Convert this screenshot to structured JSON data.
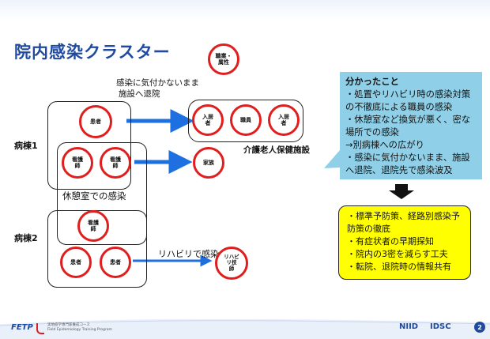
{
  "title": "院内感染クラスター",
  "category_circle": "職業・\n属性",
  "discharge_note_line1": "感染に気付かないまま",
  "discharge_note_line2": "施設へ退院",
  "ward1_label": "病棟1",
  "ward2_label": "病棟2",
  "break_room_label": "休憩室での感染",
  "rehab_note": "リハビリで感染",
  "facility_label": "介護老人保健施設",
  "nodes": {
    "patient_w1": "患者",
    "nurse_w1_a": "看護\n師",
    "nurse_w1_b": "看護\n師",
    "nurse_w2": "看護\n師",
    "patient_w2_a": "患者",
    "patient_w2_b": "患者",
    "resident_a": "入居\n者",
    "staff": "職員",
    "resident_b": "入居\n者",
    "family": "家族",
    "rehab_tech": "リハビ\nリ技\n師"
  },
  "findings": {
    "heading": "分かったこと",
    "items": [
      "・処置やリハビリ時の感染対策の不徹底による職員の感染",
      "・休憩室など換気が悪く、密な場所での感染",
      "→別病棟への広がり",
      "・感染に気付かないまま、施設へ退院、退院先で感染波及"
    ]
  },
  "measures": {
    "items": [
      "・標準予防策、経路別感染予防策の徹底",
      "・有症状者の早期探知",
      "・院内の3密を減らす工夫",
      "・転院、退院時の情報共有"
    ]
  },
  "footer": {
    "fetp_logo": "FETP",
    "fetp_text_line1": "実地疫学専門家養成コース",
    "fetp_text_line2": "Field Epidemiology Training Program",
    "niid_logo": "NIID",
    "idsc_logo": "IDSC",
    "page": "2"
  },
  "colors": {
    "title_blue": "#1f4aa0",
    "circle_red": "#e01e1e",
    "arrow_blue": "#1e6fe0",
    "findings_bg": "#8fd0e8",
    "measures_bg": "#ffff00"
  }
}
